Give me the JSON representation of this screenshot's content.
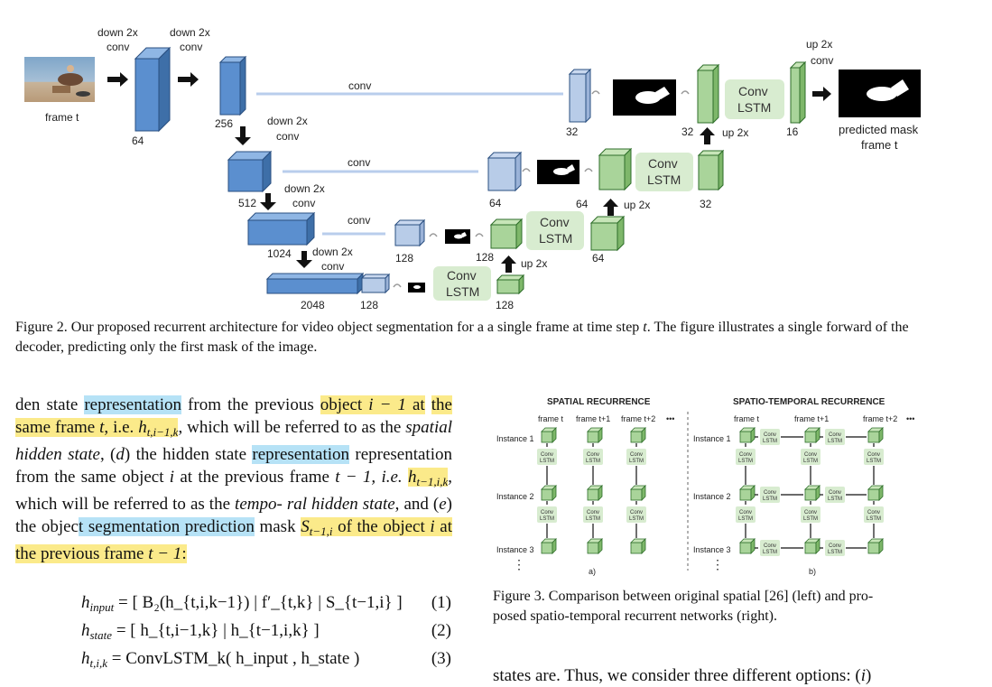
{
  "figure2": {
    "caption_prefix": "Figure 2. Our proposed recurrent architecture for video object segmentation for a a single frame at time step ",
    "caption_t": "t",
    "caption_suffix": ". The figure illustrates a single forward of the decoder, predicting only the first mask of the image.",
    "frame_label": "frame t",
    "down_label_1": "down 2x",
    "down_label_2": "conv",
    "conv_label": "conv",
    "up_label": "up 2x",
    "up_conv_label": "conv",
    "conv_lstm_1": "Conv",
    "conv_lstm_2": "LSTM",
    "predicted_mask_1": "predicted mask",
    "predicted_mask_2": "frame t",
    "encoder_channels": [
      "64",
      "256",
      "512",
      "1024",
      "2048"
    ],
    "decoder_channels": [
      "32",
      "32",
      "16",
      "64",
      "64",
      "32",
      "128",
      "128",
      "64",
      "128",
      "128"
    ]
  },
  "body_left": {
    "line1_a": "den state ",
    "line1_b": "representation",
    "line1_c": " from the previous ",
    "line1_d": "object ",
    "line1_e": "i − 1",
    "line1_f": " at",
    "line2_a": "the same frame ",
    "line2_b": "t",
    "line2_c": ", i.e. ",
    "line2_h": "h",
    "line2_sub": "t,i−1,k",
    "line2_d": ", which will be referred to as",
    "line3_a": "the ",
    "line3_b": "spatial hidden state",
    "line3_c": ", (",
    "line3_d": "d",
    "line3_e": ") the hidden state ",
    "line3_f": "representation",
    "line4": "representation from the same object ",
    "line4_i": "i",
    "line4_b": " at the previous frame",
    "line5_a": "t − 1, i.e. ",
    "line5_h": "h",
    "line5_sub": "t−1,i,k",
    "line5_b": ", which will be referred to as the ",
    "line5_c": "tempo-",
    "line6_a": "ral hidden state",
    "line6_b": ", and (",
    "line6_c": "e",
    "line6_d": ") the objec",
    "line6_e": "t segmentation prediction",
    "line7_a": "mask ",
    "line7_S": "S",
    "line7_sub": "t−1,i",
    "line7_b": " of the object ",
    "line7_i": "i",
    "line7_c": " at the previous frame ",
    "line7_d": "t − 1",
    "line7_e": ":"
  },
  "equations": [
    {
      "lhs": "h",
      "lhs_sub": "input",
      "rhs": "= [ B₂(h_{t,i,k−1}) | f′_{t,k} | S_{t−1,i} ]",
      "num": "(1)"
    },
    {
      "lhs": "h",
      "lhs_sub": "state",
      "rhs": "= [ h_{t,i−1,k} | h_{t−1,i,k} ]",
      "num": "(2)"
    },
    {
      "lhs": "h",
      "lhs_sub": "t,i,k",
      "rhs": "= ConvLSTM_k( h_input , h_state )",
      "num": "(3)"
    }
  ],
  "figure3": {
    "title_left": "SPATIAL RECURRENCE",
    "title_right": "SPATIO-TEMPORAL RECURRENCE",
    "frames": [
      "frame t",
      "frame t+1",
      "frame t+2"
    ],
    "dots": "•••",
    "instances": [
      "Instance 1",
      "Instance 2",
      "Instance 3"
    ],
    "cell_1": "Conv",
    "cell_2": "LSTM",
    "sub_a": "a)",
    "sub_b": "b)",
    "caption": "Figure 3. Comparison between original spatial [26] (left) and pro-posed spatio-temporal recurrent networks (right).",
    "caption_l1": "Figure 3. Comparison between original spatial [26] (left) and pro-",
    "caption_l2": "posed spatio-temporal recurrent networks (right)."
  },
  "body_right": {
    "line1": "states are.  Thus, we consider three different options: (",
    "line1_i": "i",
    "line1_end": ")"
  },
  "colors": {
    "enc_blue": "#5b8fcf",
    "dec_green": "#a9d49a",
    "lstm_bg": "#d8ecd0",
    "highlight_blue": "#b6e2f6",
    "highlight_yellow": "#fbea8a"
  }
}
